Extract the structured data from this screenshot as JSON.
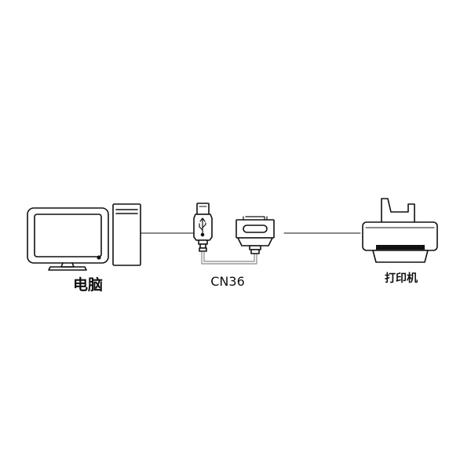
{
  "labels": {
    "computer": "电脑",
    "cable": "CN36",
    "printer": "打印机"
  },
  "colors": {
    "stroke": "#111111",
    "cable": "#888888",
    "background": "#ffffff"
  }
}
